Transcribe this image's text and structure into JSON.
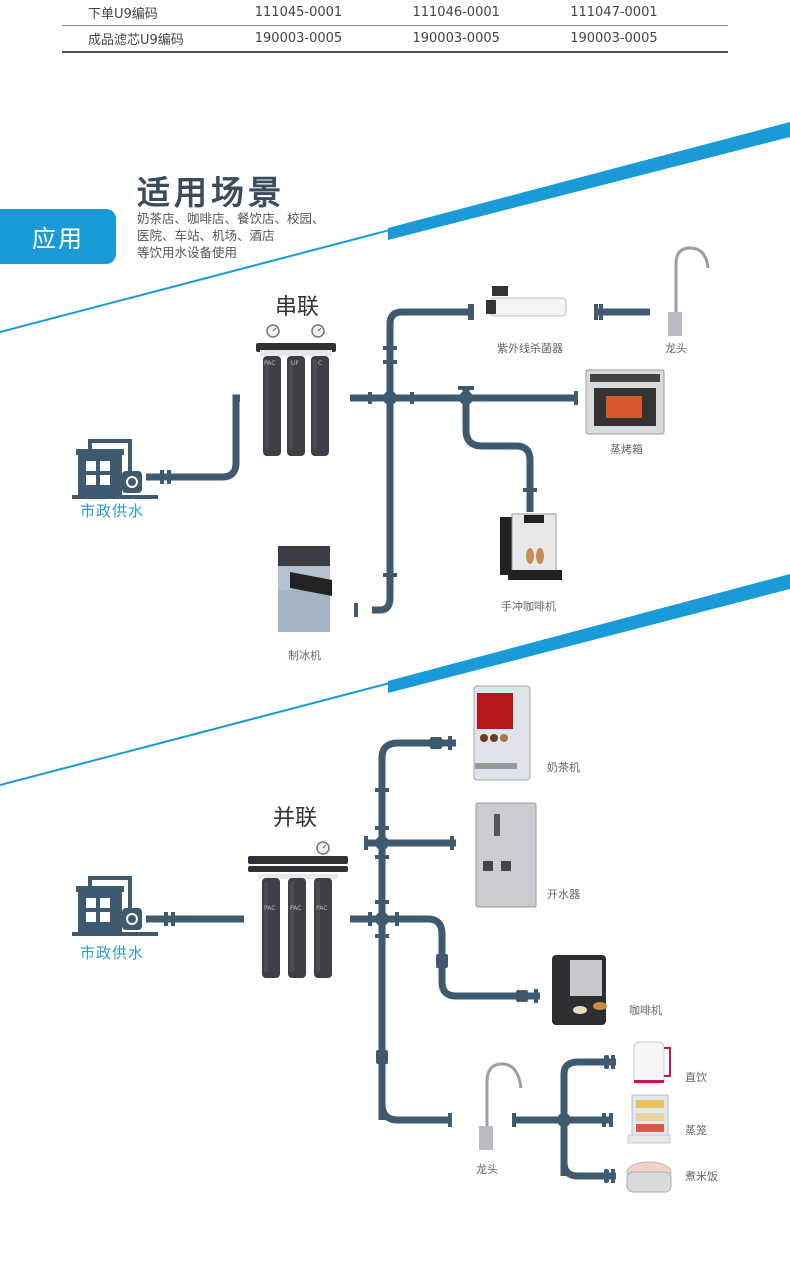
{
  "spec_table": {
    "rows": [
      {
        "label": "下单U9编码",
        "values": [
          "111045-0001",
          "111046-0001",
          "111047-0001"
        ]
      },
      {
        "label": "成品滤芯U9编码",
        "values": [
          "190003-0005",
          "190003-0005",
          "190003-0005"
        ]
      }
    ]
  },
  "header": {
    "badge": "应用",
    "title": "适用场景",
    "description_lines": [
      "奶茶店、咖啡店、餐饮店、校园、",
      "医院、车站、机场、酒店",
      "等饮用水设备使用"
    ]
  },
  "colors": {
    "accent": "#1a9bd8",
    "pipe": "#3f5a6e",
    "title": "#3b4b5c",
    "supply_label": "#2a9fcf"
  },
  "series_diagram": {
    "title": "串联",
    "supply_label": "市政供水",
    "filter_labels": [
      "PAC",
      "UF",
      "C"
    ],
    "devices": [
      "紫外线杀菌器",
      "龙头",
      "蒸烤箱",
      "手冲咖啡机",
      "制冰机"
    ]
  },
  "parallel_diagram": {
    "title": "并联",
    "supply_label": "市政供水",
    "filter_labels": [
      "PAC",
      "PAC",
      "PAC"
    ],
    "devices": [
      "奶茶机",
      "开水器",
      "咖啡机",
      "龙头",
      "直饮",
      "蒸笼",
      "煮米饭"
    ]
  }
}
